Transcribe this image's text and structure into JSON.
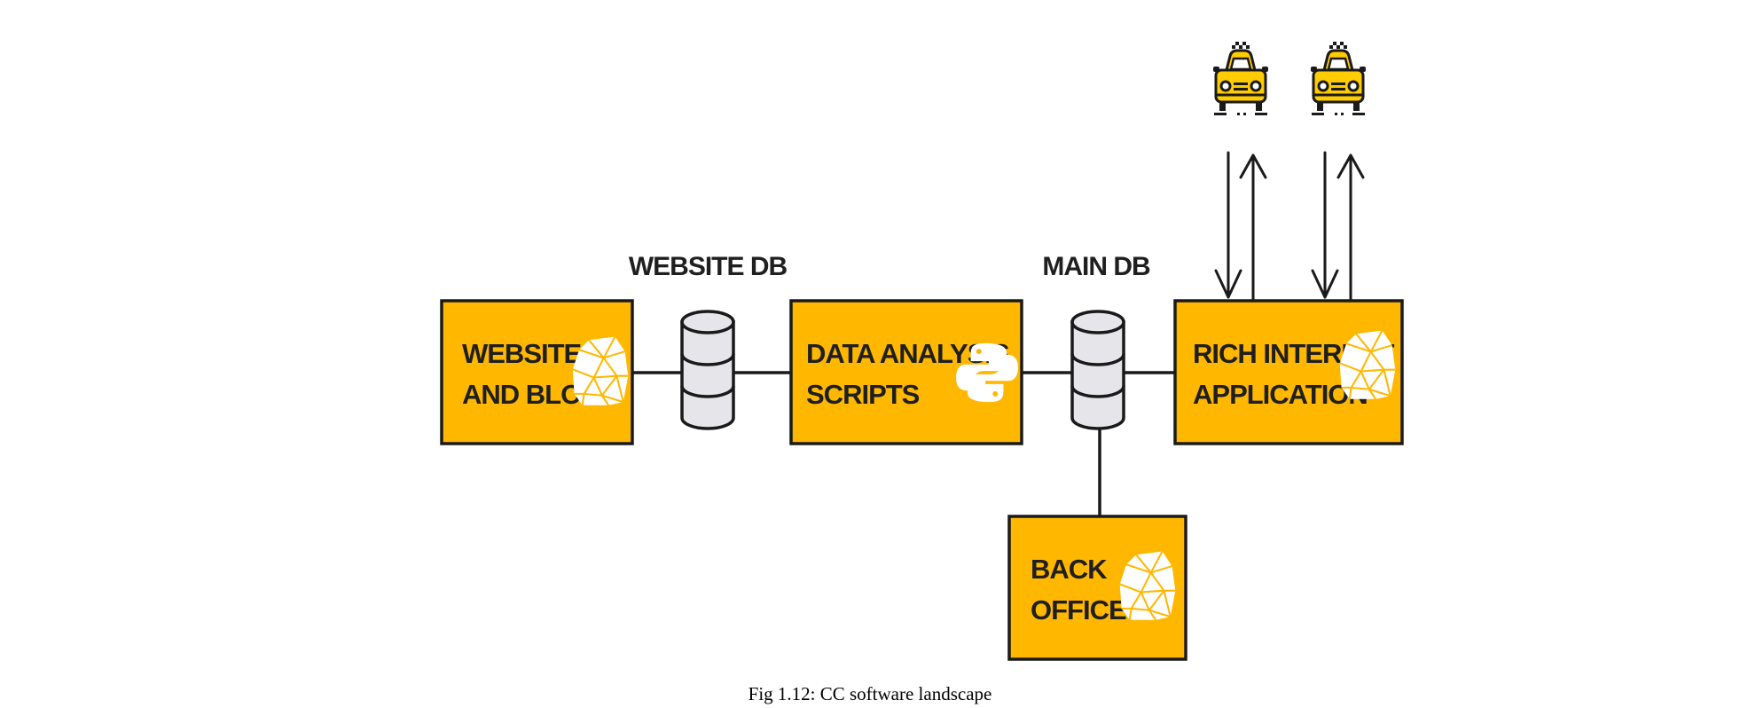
{
  "colors": {
    "box_fill": "#FFB700",
    "box_stroke": "#1a1a1a",
    "db_fill": "#E6E6EA",
    "icon_white": "#FFFFFF",
    "taxi_yellow": "#FFCC00"
  },
  "boxes": {
    "website": {
      "line1": "WEBSITE",
      "line2": "AND BLOG",
      "icon": "ruby-icon"
    },
    "analysis": {
      "line1": "DATA ANALYSIS",
      "line2": "SCRIPTS",
      "icon": "python-icon"
    },
    "ria": {
      "line1": "RICH INTERNET",
      "line2": "APPLICATION",
      "icon": "ruby-icon"
    },
    "backoffice": {
      "line1": "BACK",
      "line2": "OFFICE",
      "icon": "ruby-icon"
    }
  },
  "databases": {
    "website_db": {
      "label": "WEBSITE DB"
    },
    "main_db": {
      "label": "MAIN DB"
    }
  },
  "clients": [
    {
      "icon": "taxi-icon"
    },
    {
      "icon": "taxi-icon"
    }
  ],
  "caption": "Fig 1.12: CC software landscape"
}
